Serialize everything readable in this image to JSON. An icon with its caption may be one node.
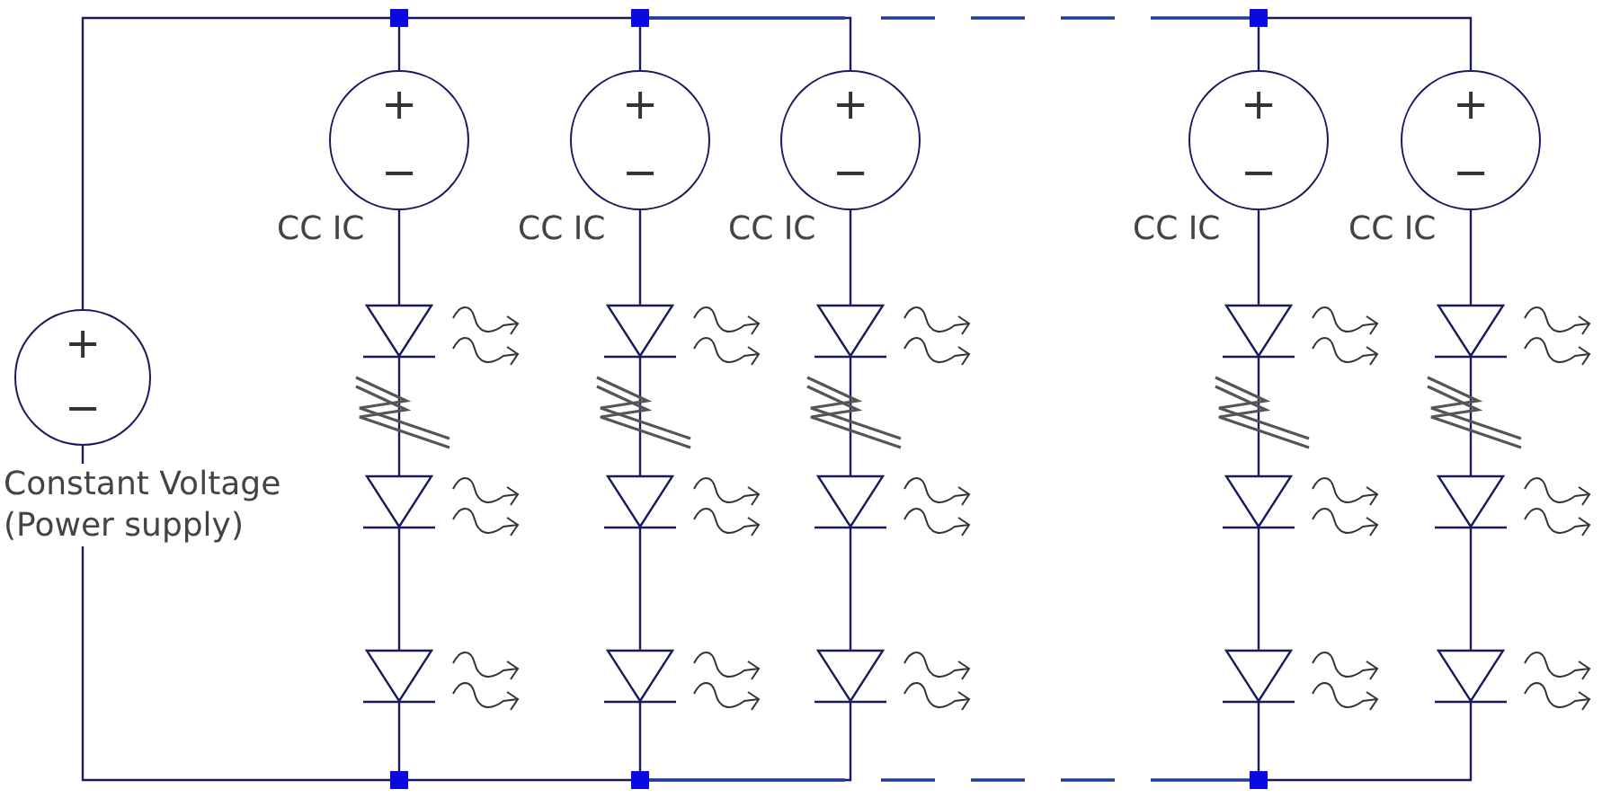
{
  "diagram": {
    "nodes": [
      {
        "text": [
          "+",
          "−"
        ],
        "beside": [
          "Constant Voltage (Power supply)"
        ]
      },
      {
        "text": [
          "+",
          "−"
        ],
        "beside": [
          "CC IC"
        ]
      },
      {
        "text": [
          "+",
          "−"
        ],
        "beside": [
          "CC IC"
        ]
      },
      {
        "text": [
          "+",
          "−"
        ],
        "beside": [
          "CC IC"
        ]
      },
      {
        "text": [
          "+",
          "−"
        ],
        "beside": [
          "CC IC"
        ]
      },
      {
        "text": [
          "+",
          "−"
        ],
        "beside": [
          "CC IC"
        ]
      },
      {
        "text": [],
        "shape": "diode"
      },
      {
        "text": [],
        "shape": "diode"
      },
      {
        "text": [],
        "shape": "diode"
      },
      {
        "text": [],
        "shape": "diode"
      },
      {
        "text": [],
        "shape": "diode"
      },
      {
        "text": [],
        "shape": "diode"
      },
      {
        "text": [],
        "shape": "diode"
      },
      {
        "text": [],
        "shape": "diode"
      },
      {
        "text": [],
        "shape": "diode"
      },
      {
        "text": [],
        "shape": "diode"
      },
      {
        "text": [],
        "shape": "diode"
      },
      {
        "text": [],
        "shape": "diode"
      },
      {
        "text": [],
        "shape": "diode"
      },
      {
        "text": [],
        "shape": "diode"
      },
      {
        "text": [],
        "shape": "diode"
      },
      {
        "text": [],
        "shape": "square"
      },
      {
        "text": [],
        "shape": "square"
      },
      {
        "text": [],
        "shape": "square"
      },
      {
        "text": [],
        "shape": "square"
      },
      {
        "text": [],
        "shape": "square"
      },
      {
        "text": [],
        "shape": "square"
      }
    ],
    "edges": [
      {
        "from": 0,
        "to": 21,
        "arrow": "none"
      },
      {
        "from": 21,
        "to": 1,
        "arrow": "none"
      },
      {
        "from": 21,
        "to": 22,
        "arrow": "none"
      },
      {
        "from": 22,
        "to": 2,
        "arrow": "none"
      },
      {
        "from": 22,
        "to": 3,
        "arrow": "none"
      },
      {
        "from": 22,
        "to": 23,
        "arrow": "none",
        "style": "dashed",
        "color": "#1f3a9e"
      },
      {
        "from": 23,
        "to": 4,
        "arrow": "none"
      },
      {
        "from": 23,
        "to": 5,
        "arrow": "none"
      },
      {
        "from": 1,
        "to": 6,
        "arrow": "none"
      },
      {
        "from": 6,
        "to": 7,
        "arrow": "none"
      },
      {
        "from": 7,
        "to": 8,
        "arrow": "none"
      },
      {
        "from": 8,
        "to": 24,
        "arrow": "none"
      },
      {
        "from": 2,
        "to": 9,
        "arrow": "none"
      },
      {
        "from": 9,
        "to": 10,
        "arrow": "none"
      },
      {
        "from": 10,
        "to": 11,
        "arrow": "none"
      },
      {
        "from": 11,
        "to": 25,
        "arrow": "none"
      },
      {
        "from": 3,
        "to": 12,
        "arrow": "none"
      },
      {
        "from": 12,
        "to": 13,
        "arrow": "none"
      },
      {
        "from": 13,
        "to": 14,
        "arrow": "none"
      },
      {
        "from": 14,
        "to": 25,
        "arrow": "none"
      },
      {
        "from": 4,
        "to": 15,
        "arrow": "none"
      },
      {
        "from": 15,
        "to": 16,
        "arrow": "none"
      },
      {
        "from": 16,
        "to": 17,
        "arrow": "none"
      },
      {
        "from": 17,
        "to": 26,
        "arrow": "none"
      },
      {
        "from": 5,
        "to": 18,
        "arrow": "none"
      },
      {
        "from": 18,
        "to": 19,
        "arrow": "none"
      },
      {
        "from": 19,
        "to": 20,
        "arrow": "none"
      },
      {
        "from": 20,
        "to": 26,
        "arrow": "none"
      },
      {
        "from": 24,
        "to": 25,
        "arrow": "none"
      },
      {
        "from": 25,
        "to": 26,
        "arrow": "none",
        "style": "dashed",
        "color": "#1f3a9e"
      },
      {
        "from": 24,
        "to": 0,
        "arrow": "none"
      }
    ]
  }
}
